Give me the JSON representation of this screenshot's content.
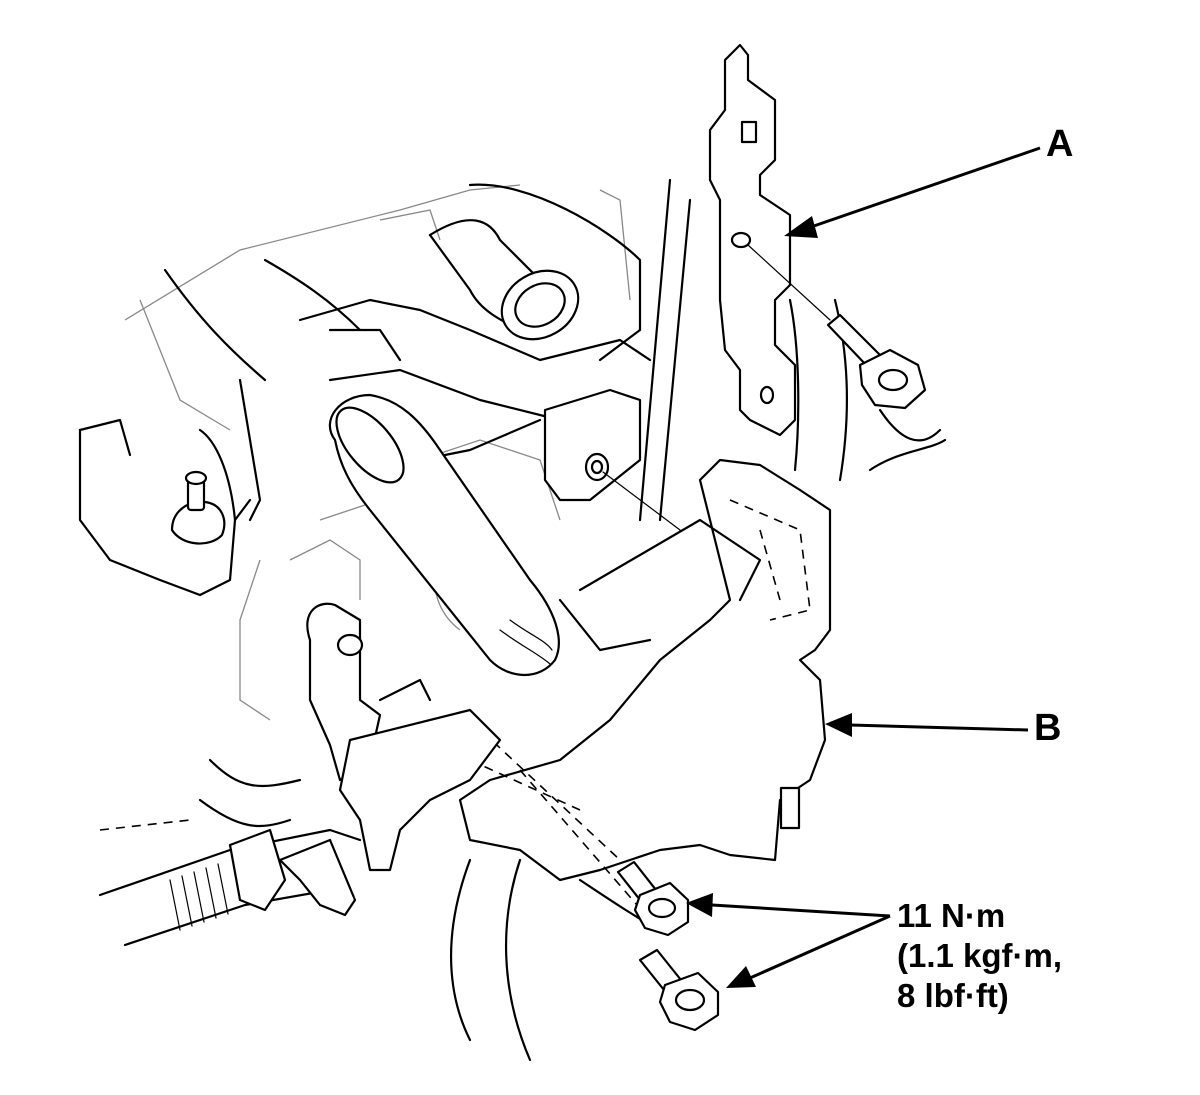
{
  "labels": {
    "a": "A",
    "b": "B"
  },
  "torque_spec": {
    "line1": "11 N·m",
    "line2": "(1.1 kgf·m,",
    "line3": "8 lbf·ft)"
  }
}
